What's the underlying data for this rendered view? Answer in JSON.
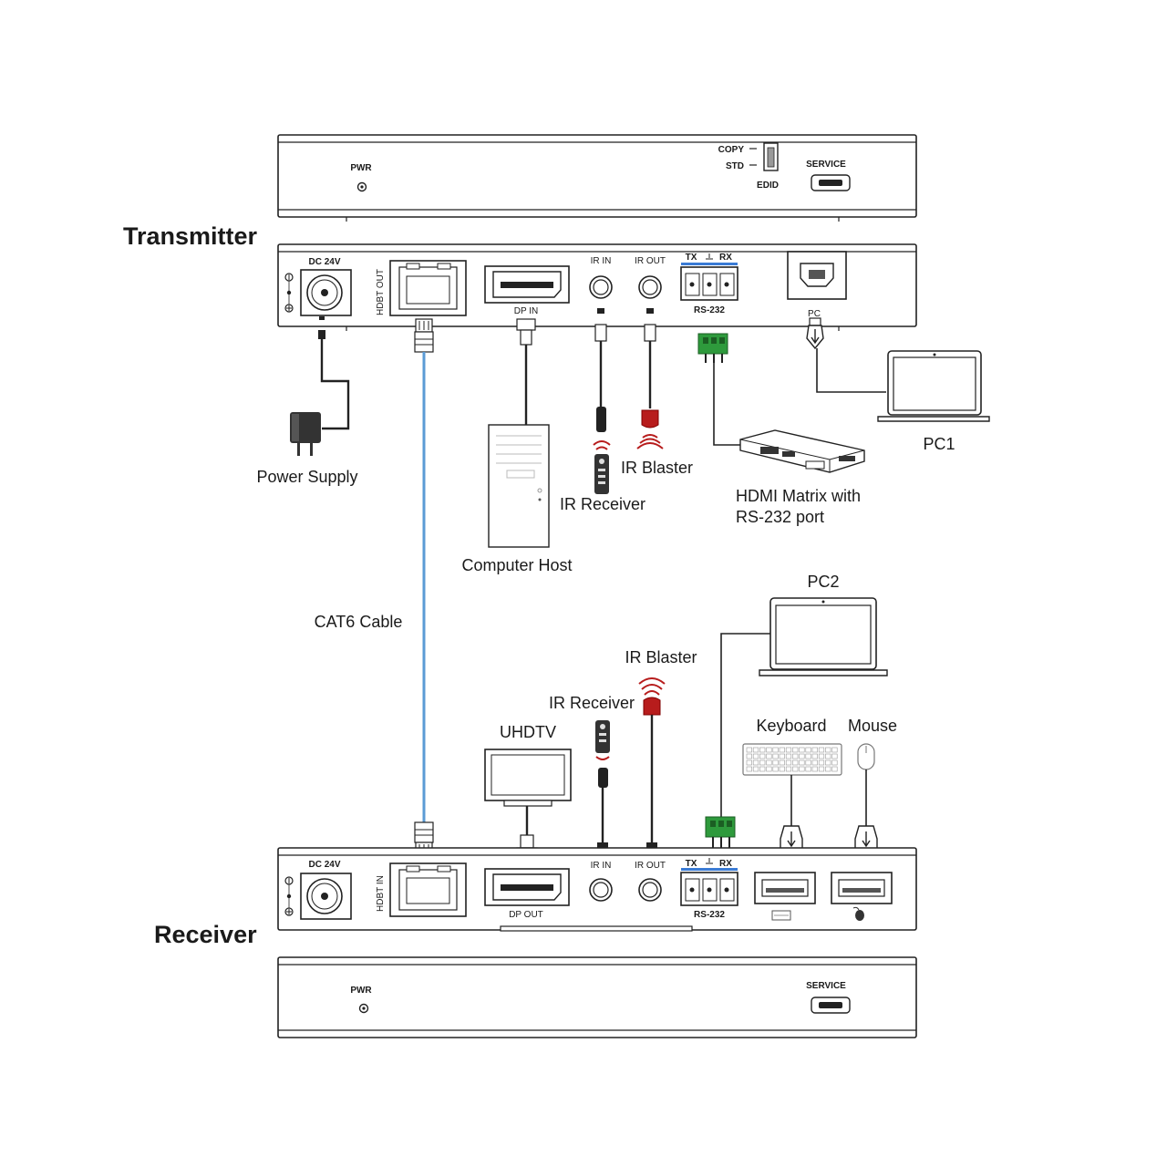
{
  "titles": {
    "transmitter": "Transmitter",
    "receiver": "Receiver"
  },
  "transmitter_front": {
    "pwr": "PWR",
    "copy": "COPY",
    "std": "STD",
    "edid": "EDID",
    "service": "SERVICE"
  },
  "transmitter_rear": {
    "dc": "DC  24V",
    "hdbt_out": "HDBT OUT",
    "dp_in": "DP  IN",
    "ir_in": "IR IN",
    "ir_out": "IR OUT",
    "tx": "TX",
    "rx": "RX",
    "rs232": "RS-232",
    "pc": "PC"
  },
  "receiver_rear": {
    "dc": "DC  24V",
    "hdbt_in": "HDBT IN",
    "dp_out": "DP  OUT",
    "ir_in": "IR IN",
    "ir_out": "IR OUT",
    "tx": "TX",
    "rx": "RX",
    "rs232": "RS-232"
  },
  "receiver_front": {
    "pwr": "PWR",
    "service": "SERVICE"
  },
  "devices": {
    "power_supply": "Power Supply",
    "computer_host": "Computer Host",
    "ir_receiver_tx": "IR Receiver",
    "ir_blaster_tx": "IR Blaster",
    "hdmi_matrix_line1": "HDMI Matrix with",
    "hdmi_matrix_line2": "RS-232 port",
    "pc1": "PC1",
    "cat6": "CAT6 Cable",
    "pc2": "PC2",
    "ir_blaster_rx": "IR Blaster",
    "ir_receiver_rx": "IR Receiver",
    "uhdtv": "UHDTV",
    "keyboard": "Keyboard",
    "mouse": "Mouse"
  },
  "colors": {
    "cat6_cable": "#5b9bd5",
    "terminal_block": "#2e9a3c",
    "ir_blaster": "#b71c1c",
    "rs232_bar": "#3a7bd5"
  }
}
